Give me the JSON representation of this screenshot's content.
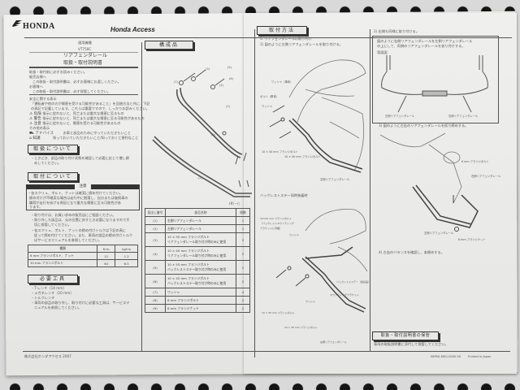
{
  "header": {
    "brand": "HONDA",
    "sub_brand": "Honda Access"
  },
  "left_column": {
    "model_label": "適用機種",
    "model": "VT750C",
    "title": "リアフェンダレール",
    "subtitle": "取扱・取付説明書",
    "intro": [
      "取扱・取付前に必ずお読みください。",
      "販売店様へ",
      "この取扱・取付説明書は、必ずお客様にお渡しください。",
      "お客様へ",
      "この取扱・取付説明書は、必ず保管してください。"
    ],
    "safety_heading": "安全に関する表示",
    "safety_text": [
      "「運転者や他の方が傷害を受ける可能性があること」を回避方法と共に、下記",
      "の表記で記載しています。これらは重要ですので、しっかりお読みください。"
    ],
    "safety_levels": [
      {
        "icon": "warning-triangle-icon",
        "label": "危険",
        "text": "指示に従わないと、死亡または重大な傷害に至るもの"
      },
      {
        "icon": "warning-triangle-icon",
        "label": "警告",
        "text": "指示に従わないと、死亡または重大な傷害に至る可能性があるもの"
      },
      {
        "icon": "warning-triangle-icon",
        "label": "注意",
        "text": "指示に従わないと、傷害を受ける可能性があるもの"
      }
    ],
    "other_heading": "その他の表示",
    "other_levels": [
      {
        "icon": "motorcycle-icon",
        "label": "アドバイス",
        "text": "お車と部品のために守っていただきたいこと"
      },
      {
        "icon": "house-icon",
        "label": "知識",
        "text": "知っておいていただきたいこと/知っておくと便利なこと"
      }
    ],
    "handling_heading": "取扱について",
    "handling_text": [
      "・ときどき、部品の取り付け状態を確認して必要に応じて増し締",
      "めしてください。"
    ],
    "install_heading": "取付について",
    "caution_label": "注意",
    "caution_text": [
      "・各スクリュ、ボルト、ナットは確実に締め付けてください。",
      "締め付けが不確実な場合は走行中に脱落し、自分または後続車の",
      "輪荷が走行を妨げる原因となり重大な傷害に至る可能性があ",
      "ります。"
    ],
    "notes": [
      "・取り付けは、お買い求めの販売店にご相談ください。",
      "・取り外した部品は、元の位置に戻すとき必要になりますので大",
      "切に保管してください。",
      "・各スクリュ、ボルト、ナットの締め付けトルクは下記の表に",
      "従って締め付けてください。また、車両の部品の締め付けトルク",
      "はサービスマニュアルを参照してください。"
    ],
    "torque_table": {
      "headers": [
        "種類",
        "N·m",
        "kgf·m"
      ],
      "rows": [
        [
          "6 mm フランジボルト、ナット",
          "12",
          "1.2"
        ],
        [
          "10 mm フランジボルト",
          "64",
          "6.5"
        ]
      ]
    },
    "tools_heading": "必要工具",
    "tools": [
      "・T-レンチ（14 mm）",
      "・メガネレンチ（10 mm）",
      "・トルクレンチ",
      "・車両の部品の取り外し、取り付けに必要な工具は、サービスマ",
      "ニュアルを参照してください。"
    ],
    "footer": "株式会社ホンダアクセス 2007"
  },
  "parts_section": {
    "heading": "構成品",
    "callouts": [
      "(1)",
      "(2)",
      "(3)",
      "(4)",
      "(5)",
      "(6)",
      "(7)",
      "(8)",
      "(9)"
    ],
    "table": {
      "headers": [
        "見出し番号",
        "部品名称",
        "個数"
      ],
      "rows": [
        {
          "no": "(1)",
          "name": "右側リアフェンダレール",
          "note": "",
          "qty": "1"
        },
        {
          "no": "(2)",
          "name": "左側リアフェンダレール",
          "note": "",
          "qty": "1"
        },
        {
          "no": "(3)",
          "name": "10 × 50 mm フランジボルト",
          "note": "リアフェンダレール取り付け時のみに使用",
          "qty": "2"
        },
        {
          "no": "(4)",
          "name": "10 × 40 mm フランジボルト",
          "note": "リアフェンダレール取り付け時のみに使用",
          "qty": "2"
        },
        {
          "no": "(5)",
          "name": "10 × 55 mm フランジボルト",
          "note": "バックレストステー取り付け時のみに使用",
          "qty": "2"
        },
        {
          "no": "(6)",
          "name": "10 × 45 mm フランジボルト",
          "note": "バックレストステー取り付け時のみに使用",
          "qty": "2"
        },
        {
          "no": "(7)",
          "name": "ワッシャ",
          "note": "",
          "qty": "4"
        },
        {
          "no": "(8)",
          "name": "6 mm フランジボルト",
          "note": "",
          "qty": "2"
        },
        {
          "no": "(9)",
          "name": "6 mm フランジナット",
          "note": "",
          "qty": "2"
        }
      ]
    }
  },
  "install_method": {
    "heading": "取付方法",
    "step1_title": "1. リアフェンダレールの取り付け",
    "step1_1": "1) 図のように左側リアフェンダレールを取り付ける。",
    "fig1_labels": [
      "ワッシャ（車体）",
      "ボルト（車体）",
      "ワッシャ",
      "10 × 50 mm フランジボルト",
      "10 × 40 mm フランジボルト",
      "左側リアフェンダレール"
    ],
    "backrest_heading": "バックレストステー同時装着時",
    "fig2_labels": [
      "10 × 50 mm フランジボルト（バックレストマウンティングブラケットに同梱）",
      "ワッシャ（バックレストマウンティングブラケットに同梱）",
      "10 × 55 mm フランジボルト",
      "ワッシャ",
      "10 × 45 mm フランジボルト",
      "バックレストステー（接続品）",
      "マウンティングブラケット（接続品）",
      "左側リアフェンダレール"
    ],
    "step1_2": "2) 右側も同様に取り付ける。",
    "fig3_caption": [
      "図のように右側リアフェンダレールを左側リアフェンダレール",
      "の上にして、両側のリアフェンダレールを仮り付けする。"
    ],
    "fig3_view": "背面図",
    "fig3_labels": [
      "左側リアフェンダレール",
      "右側リアフェンダレール"
    ],
    "step1_3": "3) 図のように左右のリアフェンダレールを仮り締めする。",
    "fig4_labels": [
      "6 mm フランジボルト",
      "右側リアフェンダレール",
      "左側リアフェンダレール",
      "6 mm フランジナット"
    ],
    "step1_4": "4) 左右のバランスを確認し、本締めする。",
    "storage_heading": "取扱・取付説明書の保管",
    "storage_text": "車両の取扱説明書に添付して保管してください。",
    "part_number": "08P50-MEG-0000-90",
    "printed": "Printed in Japan"
  }
}
